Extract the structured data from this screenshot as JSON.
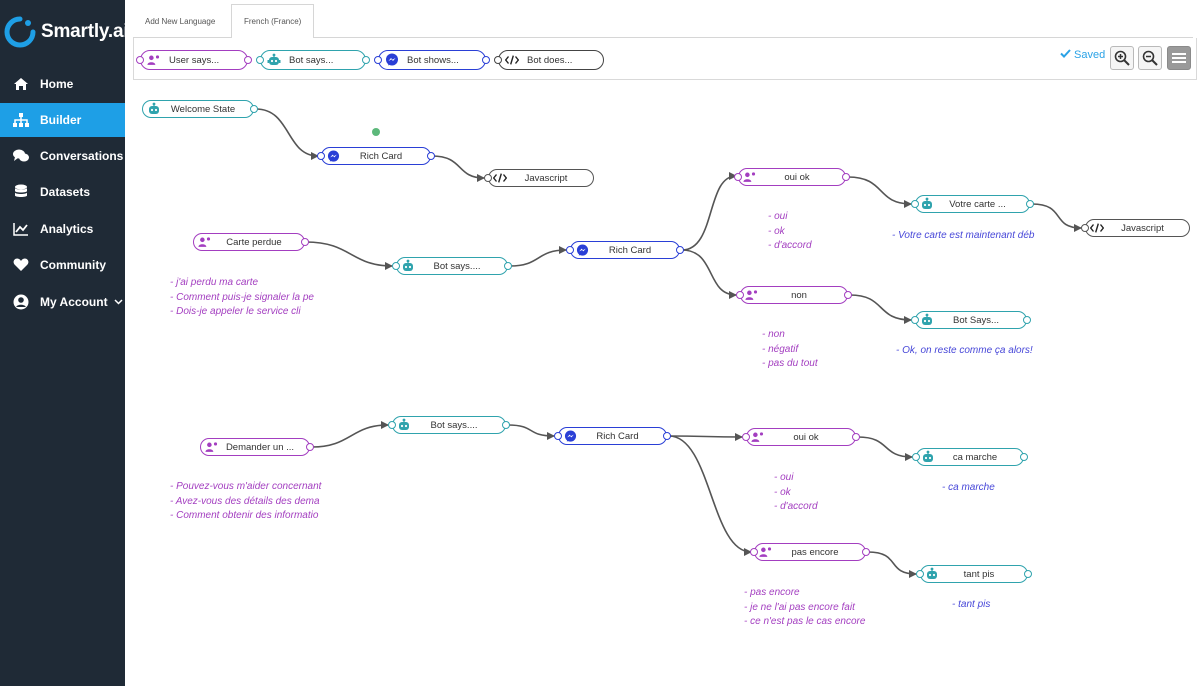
{
  "app": {
    "brand": "Smartly.ai"
  },
  "sidebar": {
    "items": [
      {
        "label": "Home",
        "icon": "home-icon"
      },
      {
        "label": "Builder",
        "icon": "sitemap-icon",
        "active": true
      },
      {
        "label": "Conversations",
        "icon": "chat-bubbles-icon"
      },
      {
        "label": "Datasets",
        "icon": "database-icon"
      },
      {
        "label": "Analytics",
        "icon": "line-chart-icon"
      },
      {
        "label": "Community",
        "icon": "heart-icon"
      },
      {
        "label": "My Account",
        "icon": "user-circle-icon"
      }
    ]
  },
  "tabs": [
    {
      "label": "Add New Language"
    },
    {
      "label": "French (France)",
      "active": true
    }
  ],
  "toolbar": {
    "palette": [
      {
        "label": "User says...",
        "kind": "user"
      },
      {
        "label": "Bot says...",
        "kind": "bot-says"
      },
      {
        "label": "Bot shows...",
        "kind": "bot-shows"
      },
      {
        "label": "Bot does...",
        "kind": "bot-does"
      }
    ],
    "saved_label": "Saved"
  },
  "colors": {
    "user": "#a33ec0",
    "bot_says": "#2fa3ad",
    "bot_shows": "#2a3fd6",
    "bot_does": "#555555",
    "accent": "#1e9fe6",
    "sidebar_bg": "#1f2a36"
  },
  "flow": {
    "nodes": {
      "welcome": {
        "label": "Welcome State"
      },
      "rich1": {
        "label": "Rich Card"
      },
      "js1": {
        "label": "Javascript"
      },
      "carte_perdue": {
        "label": "Carte perdue"
      },
      "botsays1": {
        "label": "Bot says...."
      },
      "rich2": {
        "label": "Rich Card"
      },
      "oui_ok1": {
        "label": "oui ok"
      },
      "votre_carte": {
        "label": "Votre carte ..."
      },
      "js2": {
        "label": "Javascript"
      },
      "non": {
        "label": "non"
      },
      "bot_says_ok": {
        "label": "Bot Says..."
      },
      "demander": {
        "label": "Demander un ..."
      },
      "botsays2": {
        "label": "Bot says...."
      },
      "rich3": {
        "label": "Rich Card"
      },
      "oui_ok2": {
        "label": "oui ok"
      },
      "ca_marche": {
        "label": "ca marche"
      },
      "pas_encore": {
        "label": "pas encore"
      },
      "tant_pis": {
        "label": "tant pis"
      }
    },
    "annotations": {
      "carte_perdue": "- j'ai perdu ma carte\n- Comment puis-je signaler la pe\n- Dois-je appeler le service cli",
      "oui_ok1": "- oui\n- ok\n- d'accord",
      "votre_carte": "- Votre carte est maintenant déb",
      "non": "- non\n- négatif\n- pas du tout",
      "bot_says_ok": "- Ok, on reste comme ça alors!",
      "demander": "- Pouvez-vous m'aider concernant\n- Avez-vous des détails des dema\n- Comment obtenir des informatio",
      "oui_ok2": "- oui\n- ok\n- d'accord",
      "ca_marche": "- ca marche",
      "pas_encore": "- pas encore\n- je ne l'ai pas encore fait\n- ce n'est pas le cas encore",
      "tant_pis": "- tant pis"
    }
  }
}
